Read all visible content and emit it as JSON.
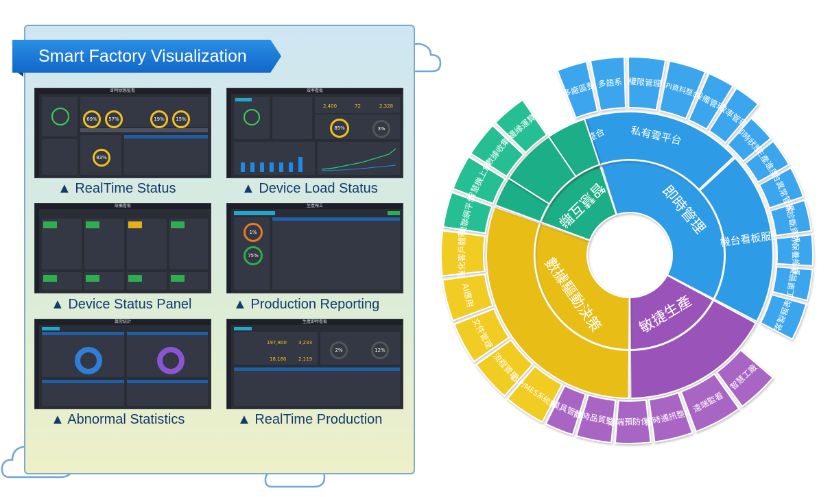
{
  "banner": {
    "title": "Smart Factory Visualization"
  },
  "thumbnails": [
    {
      "id": "realtime-status",
      "screen_title": "即時狀態監看",
      "caption": "▲ RealTime Status"
    },
    {
      "id": "device-load-status",
      "screen_title": "效率看板",
      "caption": "▲ Device Load Status"
    },
    {
      "id": "device-status-panel",
      "screen_title": "設備看板",
      "caption": "▲ Device Status Panel"
    },
    {
      "id": "production-reporting",
      "screen_title": "生產報工",
      "caption": "▲ Production Reporting"
    },
    {
      "id": "abnormal-statistics",
      "screen_title": "異常統計",
      "caption": "▲ Abnormal Statistics"
    },
    {
      "id": "realtime-production",
      "screen_title": "生產即時看板",
      "caption": "▲ RealTime Production"
    }
  ],
  "thumb_values": {
    "realtime_status": {
      "util_rate": "69%",
      "oee": "57%",
      "rate2": "19%",
      "rate3": "15%",
      "rate4": "83%"
    },
    "device_load": {
      "v1": "2,400",
      "v2": "72",
      "v3": "2,328",
      "pct1": "85%",
      "pct2": "3%"
    },
    "production_reporting": {
      "pct1": "1%",
      "pct2": "75%"
    },
    "realtime_production": {
      "v1": "197,800",
      "v2": "3,233",
      "v3": "18,180",
      "v4": "2,119",
      "pct1": "2%",
      "pct2": "12%"
    }
  },
  "sunburst": {
    "colors": {
      "blue": "#2e9be6",
      "blue_outer": "#3aa5ee",
      "green": "#1fae86",
      "green_outer": "#28bf93",
      "yellow": "#e8bd12",
      "yellow_outer": "#f1cc23",
      "purple": "#9a52b8",
      "purple_outer": "#a865c4"
    },
    "inner": [
      {
        "label": "即時管理",
        "color": "blue"
      },
      {
        "label": "敏捷生產",
        "color": "purple"
      },
      {
        "label": "數據驅動決策",
        "color": "yellow"
      },
      {
        "label": "智慧互聯",
        "color": "green"
      }
    ],
    "middle": [
      {
        "label": "私有雲平台",
        "color": "blue"
      },
      {
        "label": "機台看板服務",
        "color": "blue"
      },
      {
        "label": "自動化問題整合",
        "color": "green"
      }
    ],
    "outer": [
      {
        "label": "客製報表",
        "color": "blue"
      },
      {
        "label": "工單管理",
        "color": "blue"
      },
      {
        "label": "預防保養維護",
        "color": "blue"
      },
      {
        "label": "設備診斷資訊",
        "color": "blue"
      },
      {
        "label": "機台異常管理",
        "color": "blue"
      },
      {
        "label": "生產進度",
        "color": "blue"
      },
      {
        "label": "即時狀態",
        "color": "blue"
      },
      {
        "label": "效率管理",
        "color": "blue"
      },
      {
        "label": "設備管理",
        "color": "blue"
      },
      {
        "label": "API資料整合",
        "color": "blue"
      },
      {
        "label": "權限管理",
        "color": "blue"
      },
      {
        "label": "多語系",
        "color": "blue"
      },
      {
        "label": "多廠區整",
        "color": "blue"
      },
      {
        "label": "邊緣運算",
        "color": "green"
      },
      {
        "label": "數據收集",
        "color": "green"
      },
      {
        "label": "智慧機上盒",
        "color": "green"
      },
      {
        "label": "機聯網平台",
        "color": "green"
      },
      {
        "label": "強化客戶體驗",
        "color": "yellow"
      },
      {
        "label": "AI應用",
        "color": "yellow"
      },
      {
        "label": "文件管理",
        "color": "yellow"
      },
      {
        "label": "流程管理",
        "color": "yellow"
      },
      {
        "label": "ERP/MES系統整合",
        "color": "yellow"
      },
      {
        "label": "模具管理",
        "color": "purple"
      },
      {
        "label": "即時品質監控",
        "color": "purple"
      },
      {
        "label": "遠端預防保養",
        "color": "purple"
      },
      {
        "label": "即時通訊整合",
        "color": "purple"
      },
      {
        "label": "遠端監看",
        "color": "purple"
      },
      {
        "label": "智慧工廠",
        "color": "purple"
      }
    ]
  }
}
